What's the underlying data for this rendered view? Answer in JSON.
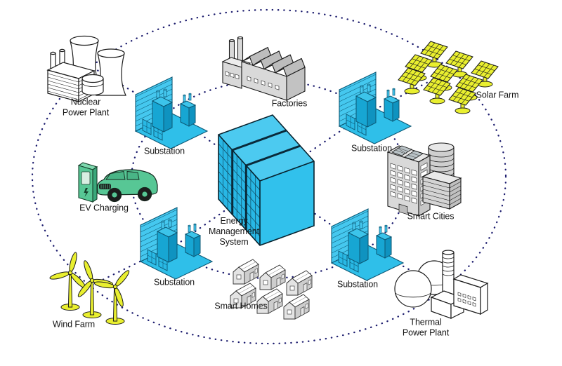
{
  "labels": {
    "nuclear": "Nuclear\nPower Plant",
    "factories": "Factories",
    "solar": "Solar Farm",
    "substation_tl": "Substation",
    "substation_tr": "Substation",
    "ev": "EV Charging",
    "ems": "Energy\nManagement\nSystem",
    "smart_cities": "Smart Cities",
    "substation_bl": "Substation",
    "substation_br": "Substation",
    "smart_homes": "Smart Homes",
    "wind": "Wind Farm",
    "thermal": "Thermal\nPower Plant"
  },
  "colors": {
    "connection_dots": "#1c1c6e",
    "infrastructure_cyan": "#2fbfe9",
    "ev_green": "#57c795",
    "renewables_yellow": "#e9ef2f",
    "buildings_gray": "#d9d9d9",
    "outline": "#1a1a1a",
    "background": "#ffffff"
  },
  "network": {
    "hub": "Energy Management System",
    "outer_ring_nodes": [
      "Nuclear Power Plant",
      "Solar Farm",
      "Thermal Power Plant",
      "Wind Farm"
    ],
    "inner_ring_nodes": [
      "Substation (top left)",
      "Factories",
      "Substation (top right)",
      "Smart Cities",
      "Substation (bottom right)",
      "Smart Homes",
      "Substation (bottom left)",
      "EV Charging"
    ],
    "hub_links": [
      "Substation (top left)",
      "Substation (top right)",
      "Substation (bottom left)",
      "Substation (bottom right)"
    ],
    "source_links": [
      [
        "Nuclear Power Plant",
        "Substation (top left)"
      ],
      [
        "Solar Farm",
        "Substation (top right)"
      ],
      [
        "Wind Farm",
        "Substation (bottom left)"
      ],
      [
        "Thermal Power Plant",
        "Substation (bottom right)"
      ]
    ]
  }
}
